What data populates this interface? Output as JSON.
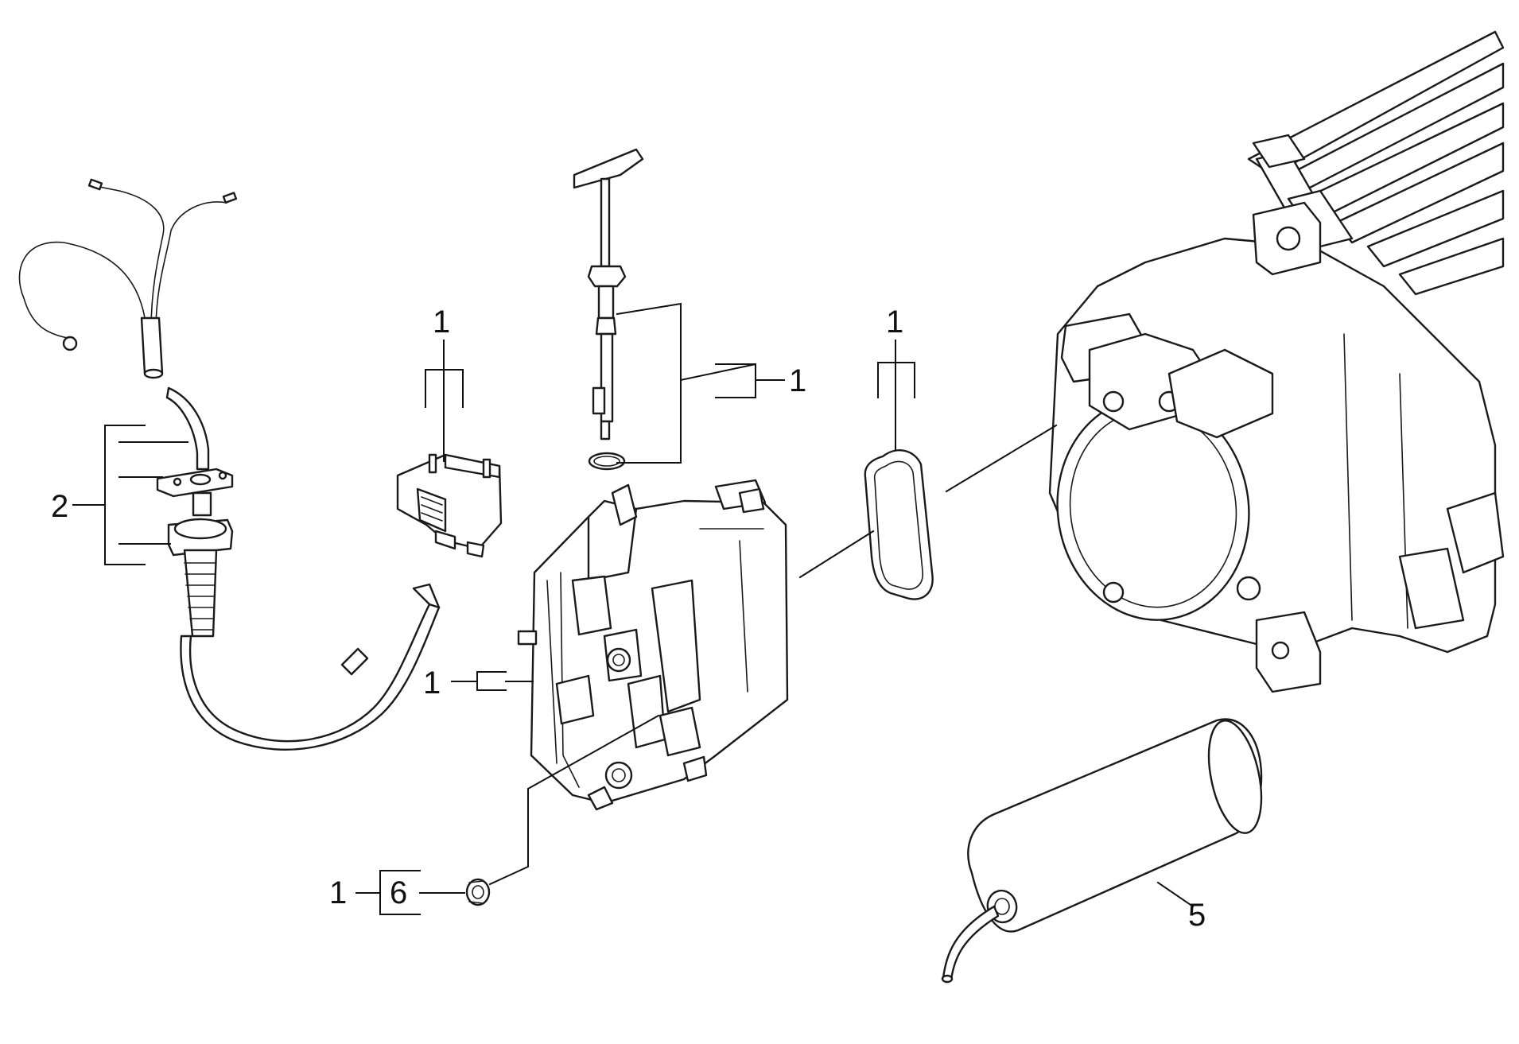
{
  "callouts": {
    "wire_harness": "2",
    "switch_bracket": "1",
    "plunger_group": "1",
    "o_ring_seal": "1",
    "housing": "1",
    "grommet_group": "1",
    "grommet_item": "6",
    "capacitor": "5"
  },
  "colors": {
    "line": "#1a1a1a",
    "background": "#ffffff"
  }
}
